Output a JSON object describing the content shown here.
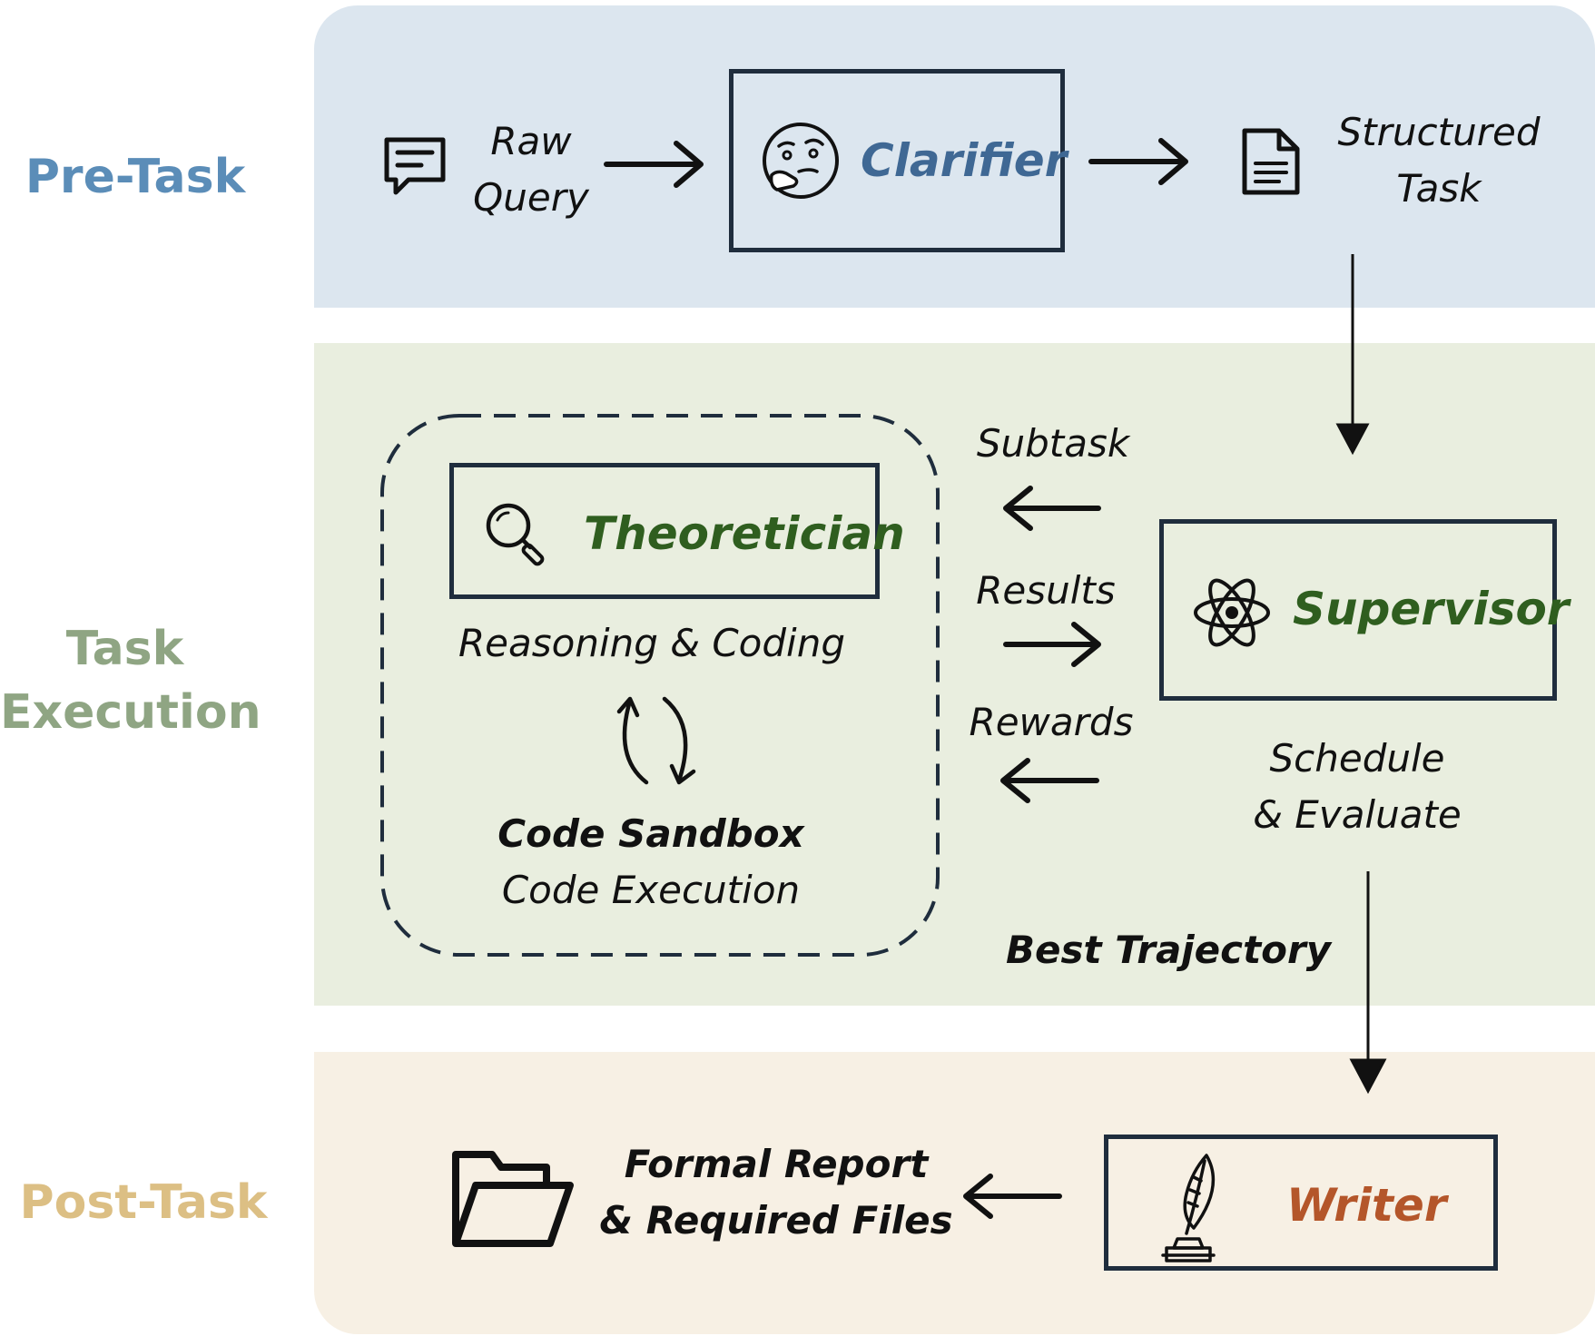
{
  "phases": {
    "pre_task": "Pre-Task",
    "task_execution_line1": "Task",
    "task_execution_line2": "Execution",
    "post_task": "Post-Task"
  },
  "pre_task": {
    "raw_query_line1": "Raw",
    "raw_query_line2": "Query",
    "clarifier": "Clarifier",
    "structured_task_line1": "Structured",
    "structured_task_line2": "Task"
  },
  "task_execution": {
    "theoretician": "Theoretician",
    "reasoning_coding": "Reasoning & Coding",
    "code_sandbox": "Code Sandbox",
    "code_execution": "Code Execution",
    "subtask": "Subtask",
    "results": "Results",
    "rewards": "Rewards",
    "supervisor": "Supervisor",
    "schedule_line1": "Schedule",
    "schedule_line2": "& Evaluate",
    "best_trajectory": "Best Trajectory"
  },
  "post_task": {
    "formal_report_line1": "Formal Report",
    "formal_report_line2": "& Required Files",
    "writer": "Writer"
  },
  "colors": {
    "pre_task": "#5b8db8",
    "task_execution": "#8fa583",
    "post_task": "#dcbf84",
    "clarifier_text": "#3f6894",
    "theoretician_text": "#2f5e1f",
    "supervisor_text": "#2f5e1f",
    "writer_text": "#b4562a"
  },
  "icons": {
    "raw_query": "chat-bubble-icon",
    "clarifier": "thinking-face-icon",
    "structured_task": "document-icon",
    "theoretician": "magnifier-icon",
    "code_sandbox": "cycle-arrows-icon",
    "supervisor": "atom-icon",
    "writer": "quill-inkwell-icon",
    "formal_report": "open-folder-icon"
  }
}
